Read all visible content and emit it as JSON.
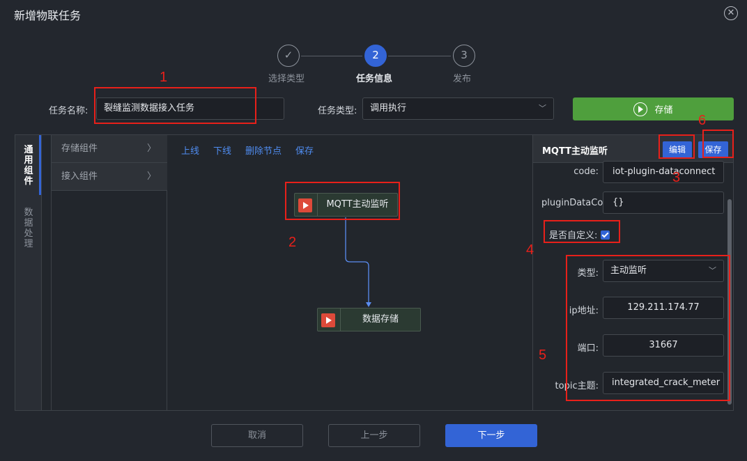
{
  "dialog": {
    "title": "新增物联任务"
  },
  "steps": [
    {
      "label": "选择类型",
      "state": "done"
    },
    {
      "number": "2",
      "label": "任务信息",
      "state": "active"
    },
    {
      "number": "3",
      "label": "发布",
      "state": "pending"
    }
  ],
  "form": {
    "task_name_label": "任务名称:",
    "task_name_value": "裂缝监测数据接入任务",
    "task_type_label": "任务类型:",
    "task_type_value": "调用执行",
    "store_button": "存储"
  },
  "side_tabs": [
    "通用组件",
    "数据处理"
  ],
  "components": [
    "存储组件",
    "接入组件"
  ],
  "toolbar": {
    "online": "上线",
    "offline": "下线",
    "delete_node": "删除节点",
    "save": "保存"
  },
  "nodes": {
    "source": "MQTT主动监听",
    "target": "数据存储"
  },
  "config": {
    "title": "MQTT主动监听",
    "edit_button": "编辑",
    "save_button": "保存",
    "code_label": "code:",
    "code_value": "iot-plugin-dataconnect",
    "plugin_label": "pluginDataCo",
    "plugin_value": "{}",
    "custom_label": "是否自定义:",
    "custom_checked": true,
    "type_label": "类型:",
    "type_value": "主动监听",
    "ip_label": "ip地址:",
    "ip_value": "129.211.174.77",
    "port_label": "端口:",
    "port_value": "31667",
    "topic_label": "topic主题:",
    "topic_value": "integrated_crack_meter"
  },
  "footer": {
    "cancel": "取消",
    "prev": "上一步",
    "next": "下一步"
  },
  "annotations": [
    "1",
    "2",
    "3",
    "4",
    "5",
    "6"
  ],
  "colors": {
    "accent": "#3364d6",
    "success": "#4f9f3d",
    "annotation": "#e8201a",
    "node_play": "#dd4a3a"
  }
}
